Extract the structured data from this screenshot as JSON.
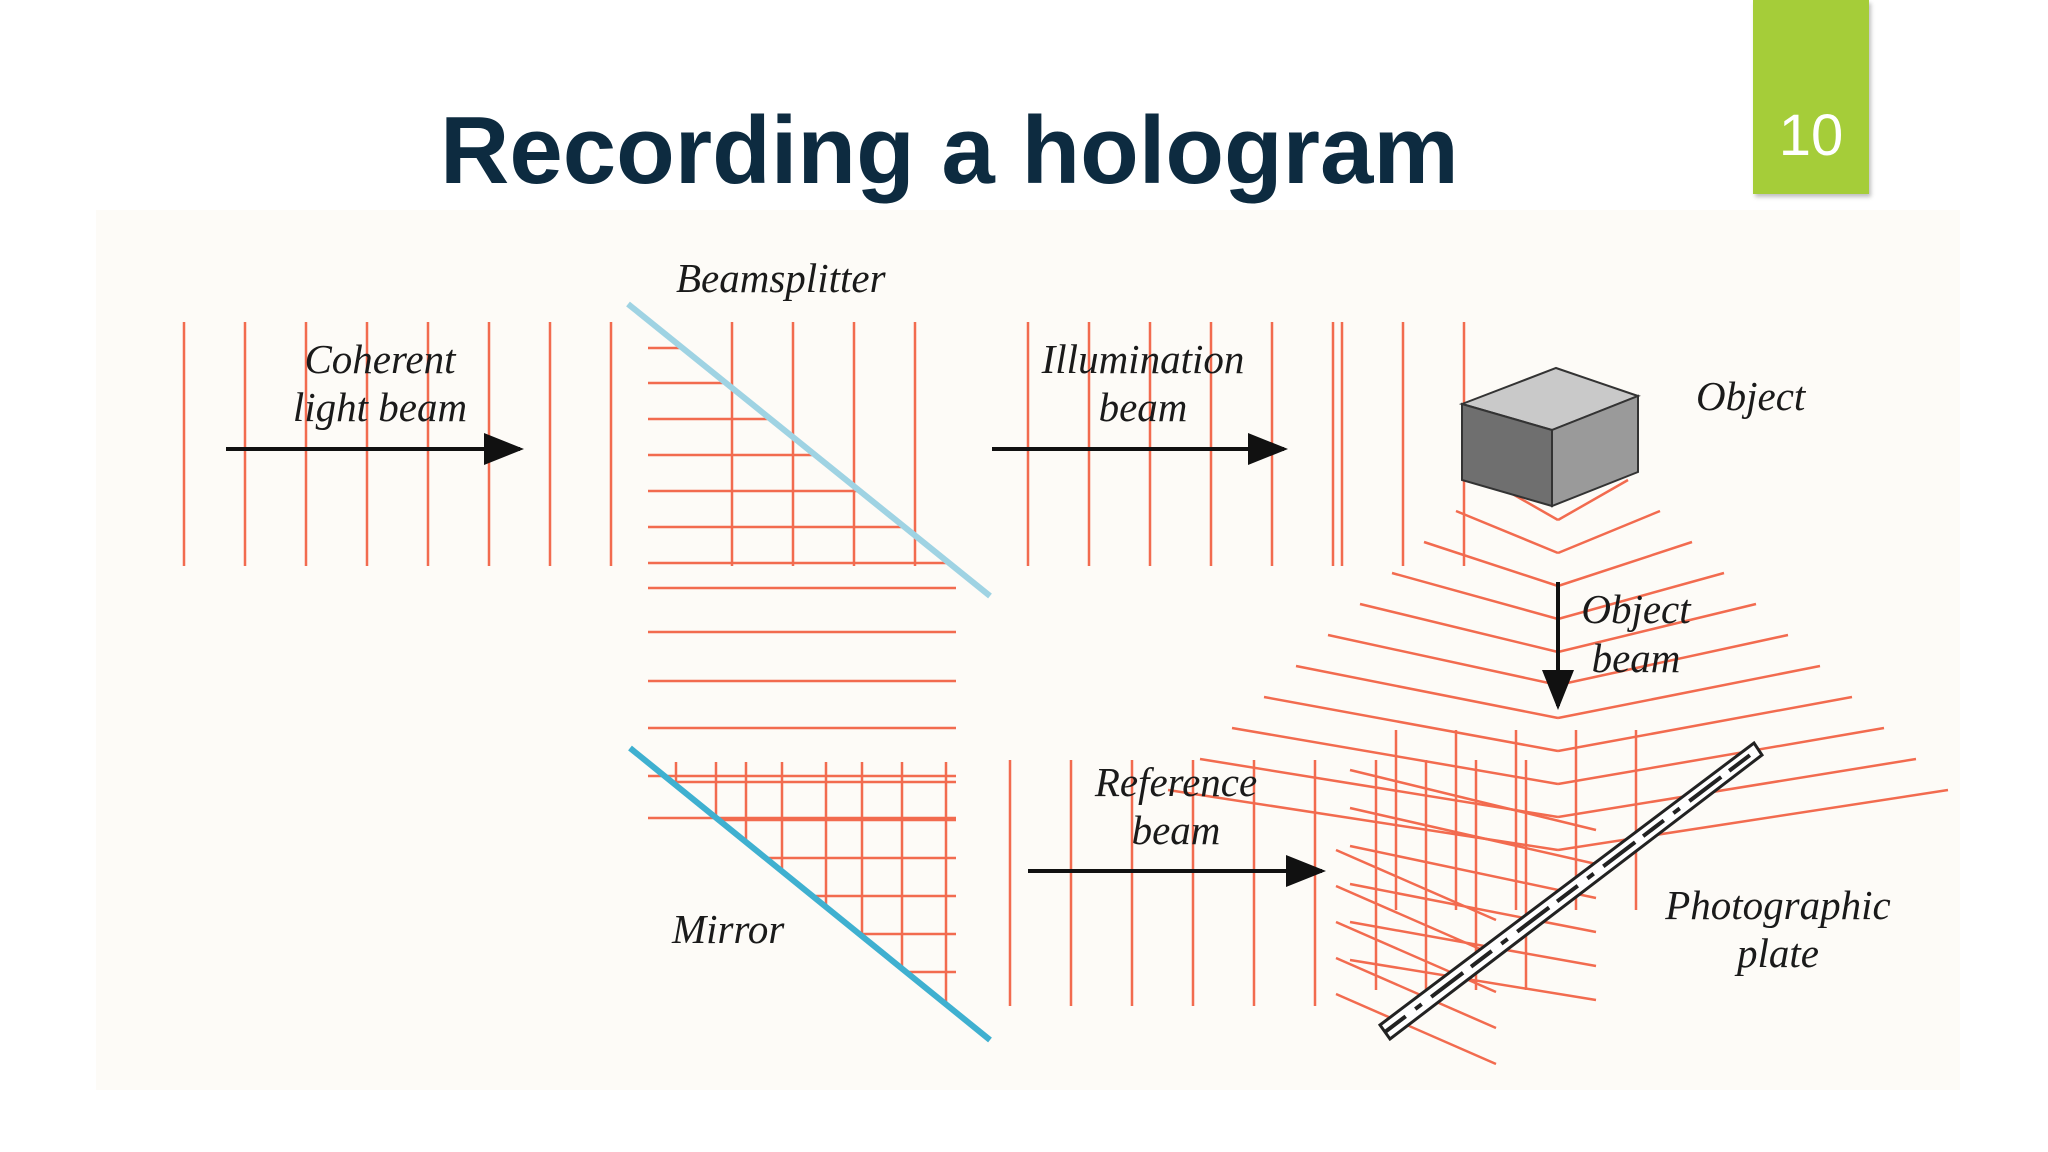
{
  "slide": {
    "title": "Recording a hologram",
    "page_number": "10",
    "badge_color": "#a5cd39",
    "title_color": "#0d2b40"
  },
  "diagram": {
    "labels": {
      "beamsplitter": "Beamsplitter",
      "coherent_line1": "Coherent",
      "coherent_line2": "light beam",
      "illumination_line1": "Illumination",
      "illumination_line2": "beam",
      "object": "Object",
      "object_beam_line1": "Object",
      "object_beam_line2": "beam",
      "reference_line1": "Reference",
      "reference_line2": "beam",
      "mirror": "Mirror",
      "plate_line1": "Photographic",
      "plate_line2": "plate"
    },
    "colors": {
      "wavefront": "#f26b4f",
      "beamsplitter": "#9fd3e3",
      "mirror": "#3fb0d0",
      "arrow": "#111111",
      "cube_top": "#c9c9c9",
      "cube_front": "#6f6f6f",
      "cube_side": "#9a9a9a"
    }
  }
}
